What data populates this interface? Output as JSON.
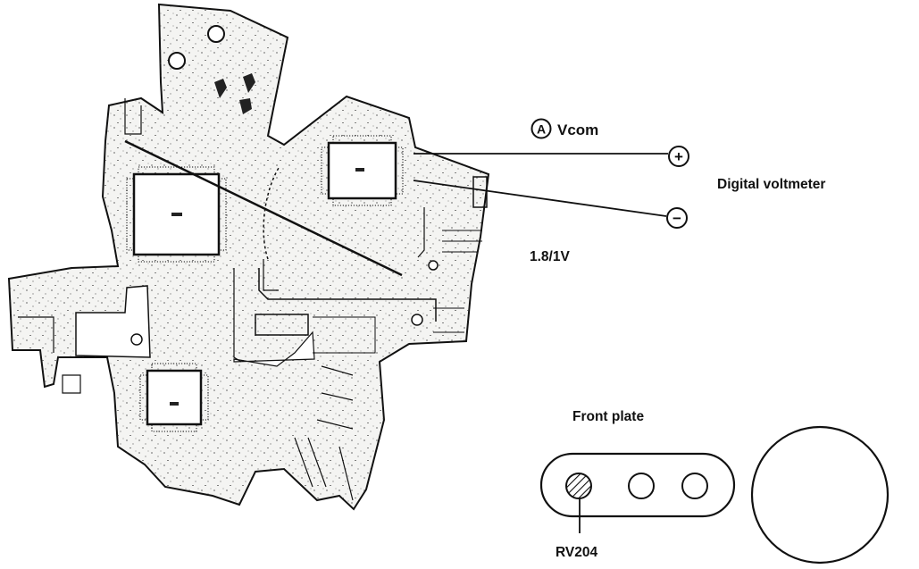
{
  "labels": {
    "test_point_marker": "A",
    "test_point": "Vcom",
    "plus_terminal": "+",
    "minus_terminal": "−",
    "meter": "Digital voltmeter",
    "voltage": "1.8/1V",
    "front_plate": "Front plate",
    "trimmer": "RV204"
  },
  "colors": {
    "ink": "#111111",
    "board": "#f4f4f2",
    "background": "#ffffff"
  },
  "icons": [
    "plus-terminal-icon",
    "minus-terminal-icon",
    "circled-a-icon",
    "adjustment-screw-icon"
  ]
}
